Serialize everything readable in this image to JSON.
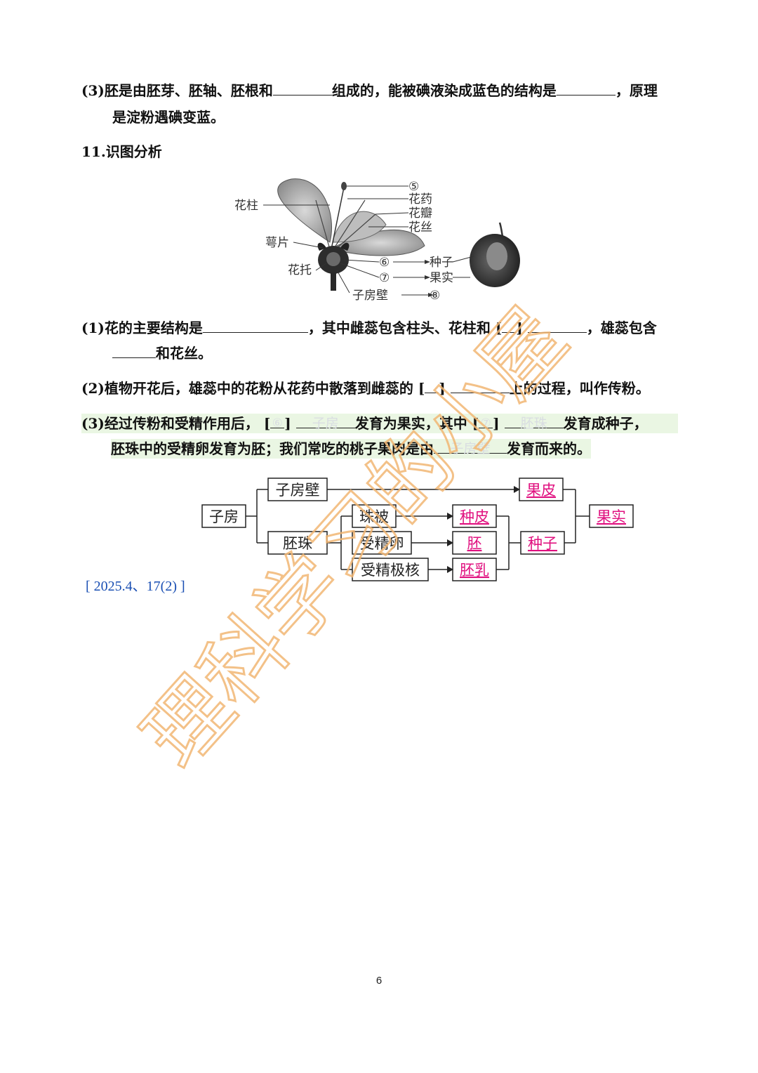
{
  "q3_prev": {
    "line1_a": "(3)胚是由胚芽、胚轴、胚根和",
    "line1_b": "组成的，能被碘液染成蓝色的结构是",
    "line1_c": "，原理",
    "line2": "是淀粉遇碘变蓝。"
  },
  "q11": {
    "title": "11.识图分析",
    "figure_labels": {
      "huazhu": "花柱",
      "esp": "萼片",
      "huatuo": "花托",
      "n5": "⑤",
      "huayao": "花药",
      "huaban": "花瓣",
      "huasi": "花丝",
      "n6": "⑥",
      "n7": "⑦",
      "n8": "⑧",
      "zifangbi": "子房壁",
      "zhongzi": "种子",
      "guoshi": "果实"
    },
    "p1_a": "(1)花的主要结构是",
    "p1_b": "，其中雌蕊包含柱头、花柱和",
    "p1_c": "，雄蕊包含",
    "p1_d": "和花丝。",
    "p2_a": "(2)植物开花后，雄蕊中的花粉从花药中散落到雌蕊的",
    "p2_b": "上的过程，叫作传粉。",
    "p3_a": "(3)经过传粉和受精作用后，",
    "p3_ans1_num": "⑥",
    "p3_ans1": "子房",
    "p3_b": "发育为果实，其中",
    "p3_ans2_num": "⑦",
    "p3_ans2": "胚珠",
    "p3_c": "发育成种子，",
    "p3_d": "胚珠中的受精卵发育为胚；我们常吃的桃子果肉是由",
    "p3_ans3": "子房壁",
    "p3_e": "发育而来的。",
    "bracket_l": "[",
    "bracket_r": "]"
  },
  "diagram": {
    "zifang": "子房",
    "zifangbi": "子房壁",
    "peizhu": "胚珠",
    "zhubei": "珠被",
    "shoujingluan": "受精卵",
    "shoujingjihe": "受精极核",
    "guopi": "果皮",
    "zhongpi": "种皮",
    "pei": "胚",
    "peiru": "胚乳",
    "zhongzi": "种子",
    "guoshi": "果实",
    "answer_color": "#e0107f"
  },
  "reference": "[ 2025.4、17(2) ]",
  "page_number": "6",
  "watermark": "理科学习的小屋"
}
